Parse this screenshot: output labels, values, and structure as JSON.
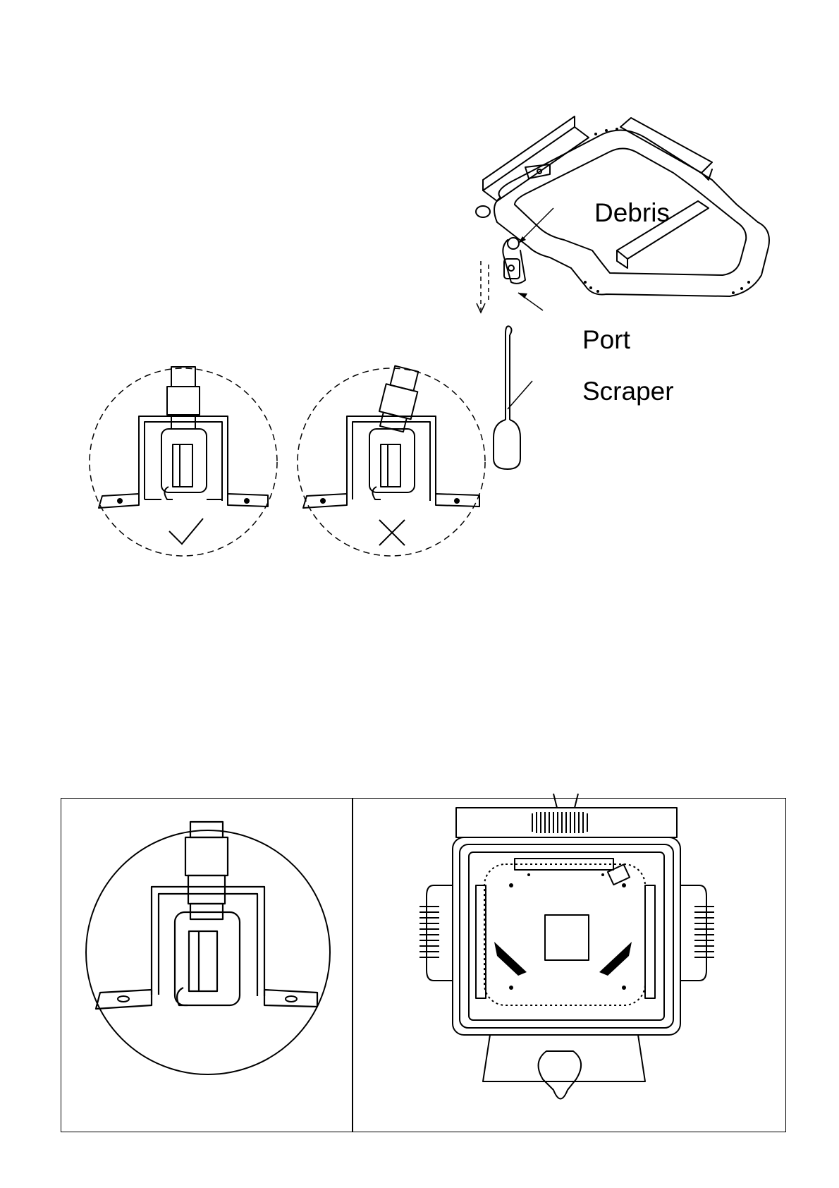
{
  "burner_diagram": {
    "labels": {
      "debris": "Debris",
      "port": "Port",
      "scraper": "Scraper"
    }
  },
  "valve_check": {
    "correct_mark": "check-mark-icon",
    "incorrect_mark": "cross-mark-icon"
  }
}
